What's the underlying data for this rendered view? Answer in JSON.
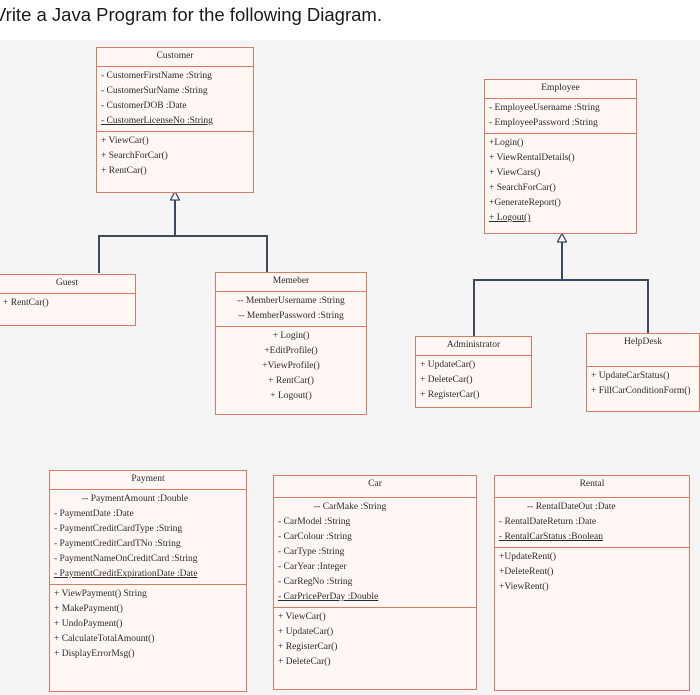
{
  "question": "Vrite a Java Program for the following Diagram.",
  "classes": {
    "customer": {
      "name": "Customer",
      "attributes": [
        "- CustomerFirstName  :String",
        "- CustomerSurName  :String",
        "- CustomerDOB  :Date",
        "- CustomerLicenseNo  :String"
      ],
      "methods": [
        "+ ViewCar()",
        "+ SearchForCar()",
        "+ RentCar()"
      ]
    },
    "employee": {
      "name": "Employee",
      "attributes": [
        "- EmployeeUsername  :String",
        "- EmployeePassword  :String"
      ],
      "methods": [
        "+Login()",
        "+ ViewRentalDetails()",
        "+ ViewCars()",
        "+ SearchForCar()",
        "+GenerateReport()",
        "+ Logout()"
      ]
    },
    "guest": {
      "name": "Guest",
      "attributes": [],
      "methods": [
        "+ RentCar()"
      ]
    },
    "member": {
      "name": "Memeber",
      "attributes": [
        "-- MemberUsername  :String",
        "-- MemberPassword  :String"
      ],
      "methods": [
        "+ Login()",
        "+EditProfile()",
        "+ViewProfile()",
        "+ RentCar()",
        "+ Logout()"
      ]
    },
    "administrator": {
      "name": "Administrator",
      "attributes": [],
      "methods": [
        "+ UpdateCar()",
        "+ DeleteCar()",
        "+ RegisterCar()"
      ]
    },
    "helpdesk": {
      "name": "HelpDesk",
      "attributes": [],
      "methods": [
        "+ UpdateCarStatus()",
        "+ FillCarConditionForm()"
      ]
    },
    "payment": {
      "name": "Payment",
      "attributes": [
        "-- PaymentAmount  :Double",
        "- PaymentDate  :Date",
        "- PaymentCreditCardType  :String",
        "- PaymentCreditCardTNo  :String",
        "- PaymentNameOnCreditCard  :String",
        "- PaymentCreditExpirationDate  :Date"
      ],
      "methods": [
        "+ ViewPayment() String",
        "+ MakePayment()",
        "+ UndoPayment()",
        "+ CalculateTotalAmount()",
        "+ DisplayErrorMsg()"
      ]
    },
    "car": {
      "name": "Car",
      "attributes": [
        "-- CarMake  :String",
        "- CarModel  :String",
        "- CarColour  :String",
        "- CarType  :String",
        "- CarYear  :Integer",
        "- CarRegNo  :String",
        "- CarPricePerDay  :Double"
      ],
      "methods": [
        "+ ViewCar()",
        "+ UpdateCar()",
        "+ RegisterCar()",
        "+ DeleteCar()"
      ]
    },
    "rental": {
      "name": "Rental",
      "attributes": [
        "-- RentalDateOut  :Date",
        "- RentalDateReturn  :Date",
        "- RentalCarStatus  :Boolean"
      ],
      "methods": [
        "+UpdateRent()",
        "+DeleteRent()",
        "+ViewRent()"
      ]
    }
  },
  "colors": {
    "border": "#d97b66",
    "fill": "#fff7f4",
    "connector": "#3c4a5c",
    "canvas": "#f5f5f5"
  }
}
